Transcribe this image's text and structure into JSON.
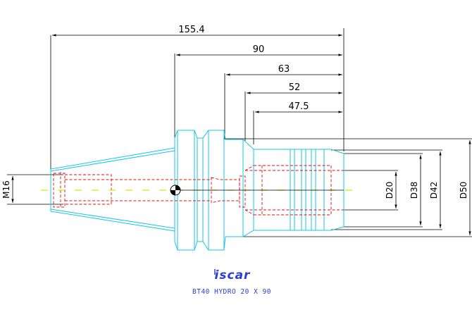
{
  "dimensions": {
    "overall_length": "155.4",
    "gauge_length": "90",
    "length_63": "63",
    "length_52": "52",
    "length_47_5": "47.5",
    "thread": "M16",
    "d20": "D20",
    "d38": "D38",
    "d42": "D42",
    "d50": "D50"
  },
  "brand": {
    "logo_text": "iscar",
    "logo_color": "#2b3fd0"
  },
  "caption": "BT40 HYDRO 20 X 90",
  "colors": {
    "body_outline": "#16c6e6",
    "hidden_lines": "#e01010",
    "center_axis": "#e6e200",
    "dimension_lines": "#000000"
  }
}
